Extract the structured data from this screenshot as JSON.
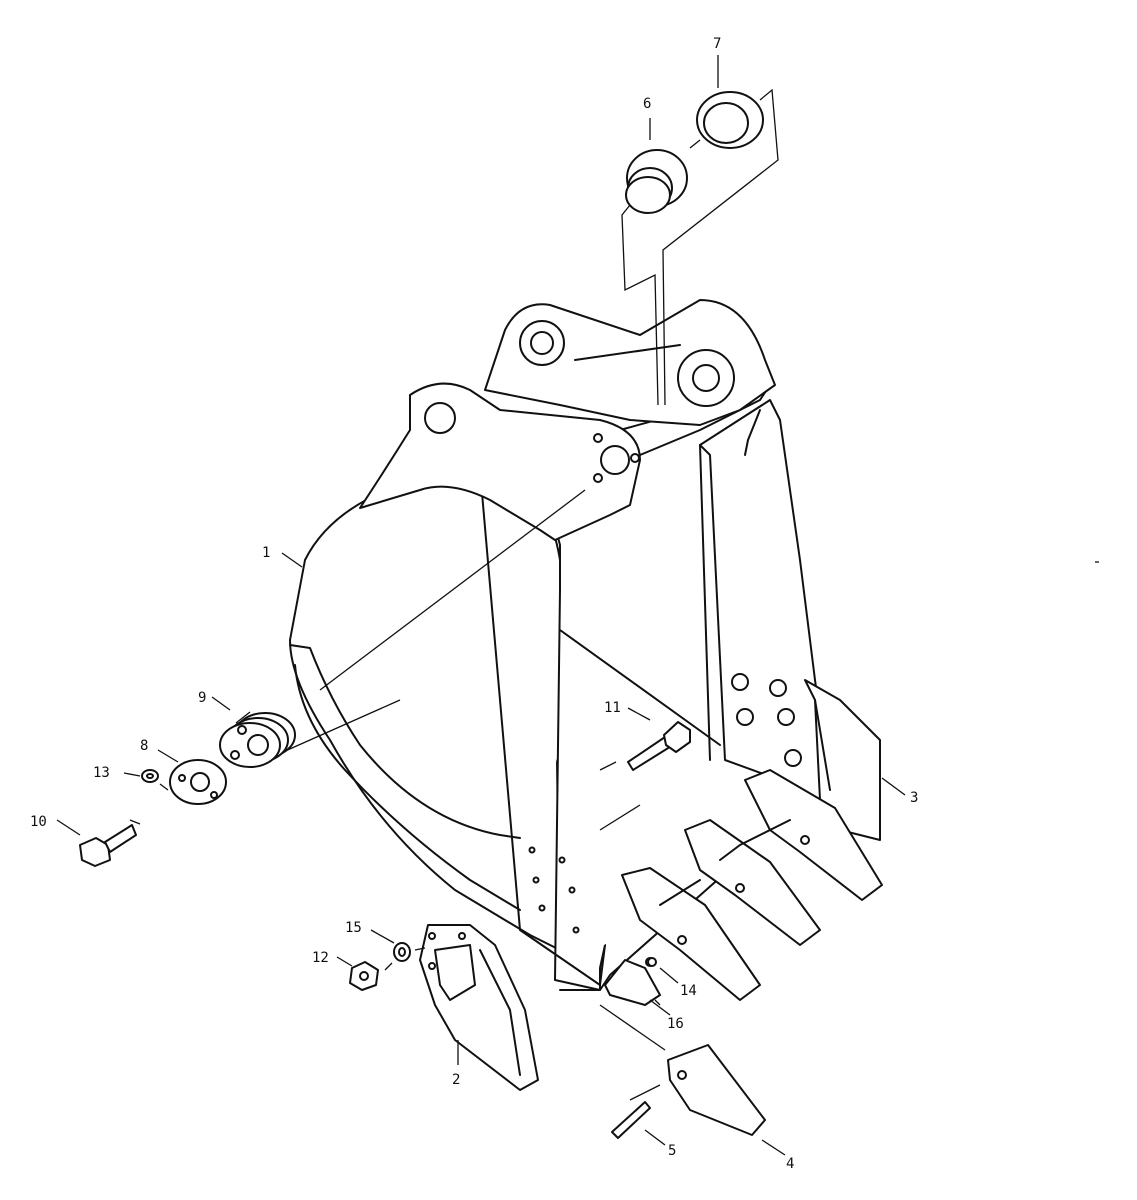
{
  "callouts": [
    {
      "id": "c1",
      "text": "1"
    },
    {
      "id": "c2",
      "text": "2"
    },
    {
      "id": "c3",
      "text": "3"
    },
    {
      "id": "c4",
      "text": "4"
    },
    {
      "id": "c5",
      "text": "5"
    },
    {
      "id": "c6",
      "text": "6"
    },
    {
      "id": "c7",
      "text": "7"
    },
    {
      "id": "c8",
      "text": "8"
    },
    {
      "id": "c9",
      "text": "9"
    },
    {
      "id": "c10",
      "text": "10"
    },
    {
      "id": "c11",
      "text": "11"
    },
    {
      "id": "c12",
      "text": "12"
    },
    {
      "id": "c13",
      "text": "13"
    },
    {
      "id": "c14",
      "text": "14"
    },
    {
      "id": "c15",
      "text": "15"
    },
    {
      "id": "c16",
      "text": "16"
    }
  ]
}
